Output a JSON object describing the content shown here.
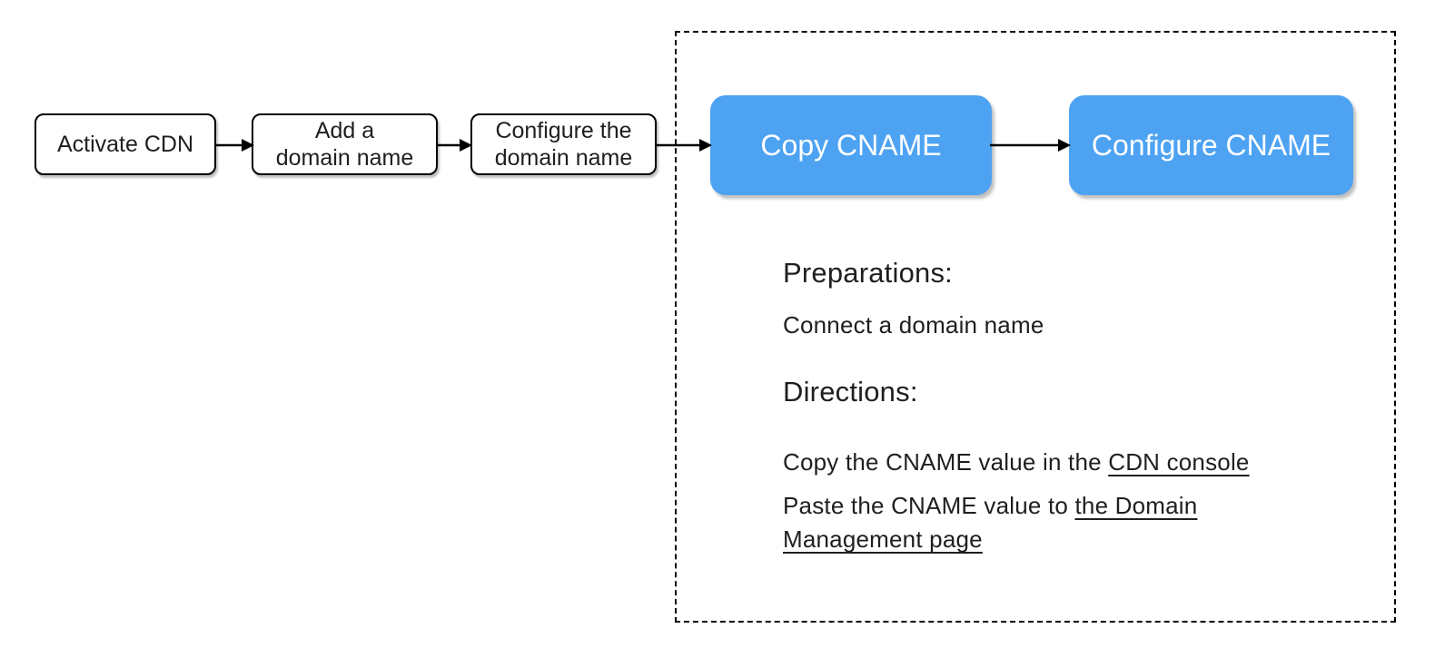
{
  "colors": {
    "node_blue": "#4da2f2",
    "line_black": "#000000",
    "text": "#1f1f1f"
  },
  "flow_steps": [
    {
      "lines": [
        "Activate CDN"
      ]
    },
    {
      "lines": [
        "Add a",
        "domain name"
      ]
    },
    {
      "lines": [
        "Configure the",
        "domain name"
      ]
    }
  ],
  "cname_panel": {
    "nodes": [
      {
        "label": "Copy CNAME"
      },
      {
        "label": "Configure CNAME"
      }
    ],
    "preparations": {
      "title": "Preparations:",
      "item": "Connect a domain name"
    },
    "directions": {
      "title": "Directions:",
      "items": [
        {
          "prefix": "Copy the CNAME value in the ",
          "link": "CDN console"
        },
        {
          "prefix": "Paste the CNAME value to ",
          "link": "the Domain Management page"
        }
      ]
    }
  }
}
